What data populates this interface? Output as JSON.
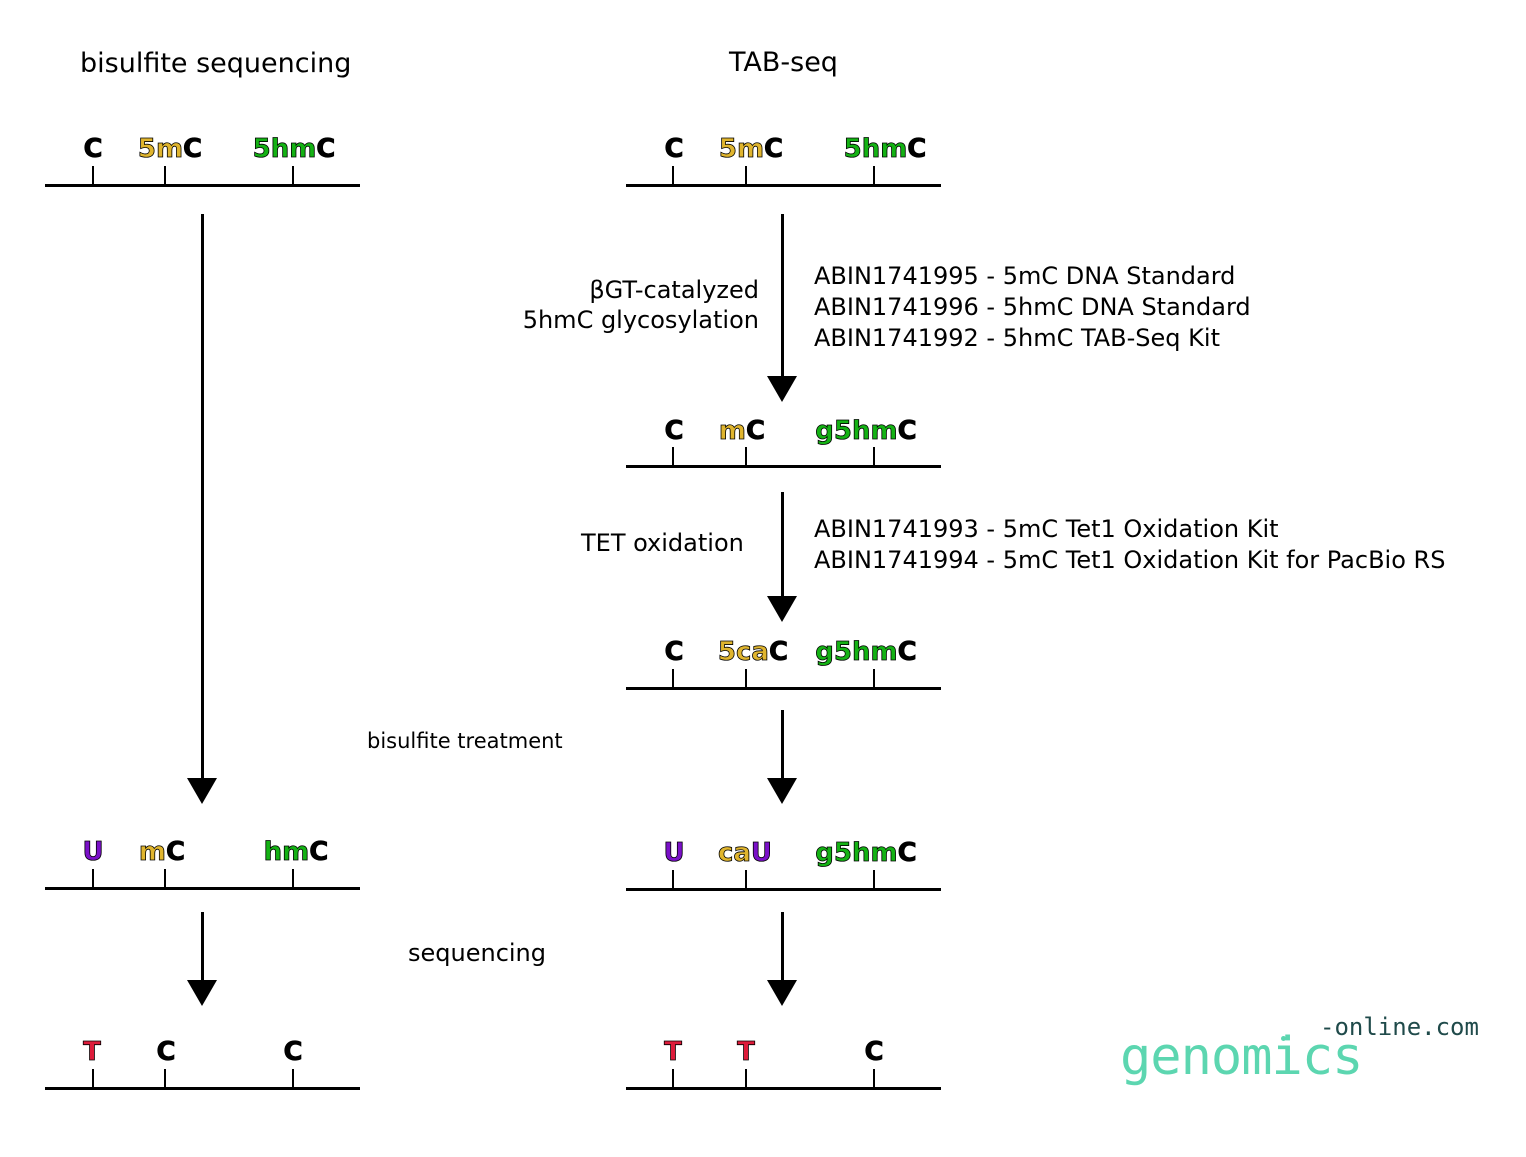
{
  "titles": {
    "left": "bisulfite sequencing",
    "right": "TAB-seq"
  },
  "steps": {
    "bgt": [
      "βGT-catalyzed",
      "5hmC glycosylation"
    ],
    "tet": "TET oxidation",
    "bisulfite": "bisulfite treatment",
    "sequencing": "sequencing"
  },
  "products": {
    "group1": [
      "ABIN1741995 - 5mC DNA Standard",
      "ABIN1741996 - 5hmC DNA Standard",
      "ABIN1741992 - 5hmC TAB-Seq Kit"
    ],
    "group2": [
      "ABIN1741993 - 5mC Tet1 Oxidation Kit",
      "ABIN1741994 - 5mC Tet1 Oxidation Kit for PacBio RS"
    ]
  },
  "strands": {
    "left_1": [
      [
        {
          "t": "C",
          "c": "black"
        }
      ],
      [
        {
          "t": "5m",
          "c": "gold"
        },
        {
          "t": "C",
          "c": "black"
        }
      ],
      [
        {
          "t": "5hm",
          "c": "green"
        },
        {
          "t": "C",
          "c": "black"
        }
      ]
    ],
    "left_2": [
      [
        {
          "t": "U",
          "c": "purple"
        }
      ],
      [
        {
          "t": "m",
          "c": "gold"
        },
        {
          "t": "C",
          "c": "black"
        }
      ],
      [
        {
          "t": "hm",
          "c": "green"
        },
        {
          "t": "C",
          "c": "black"
        }
      ]
    ],
    "left_3": [
      [
        {
          "t": "T",
          "c": "red"
        }
      ],
      [
        {
          "t": "C",
          "c": "black"
        }
      ],
      [
        {
          "t": "C",
          "c": "black"
        }
      ]
    ],
    "right_1": [
      [
        {
          "t": "C",
          "c": "black"
        }
      ],
      [
        {
          "t": "5m",
          "c": "gold"
        },
        {
          "t": "C",
          "c": "black"
        }
      ],
      [
        {
          "t": "5hm",
          "c": "green"
        },
        {
          "t": "C",
          "c": "black"
        }
      ]
    ],
    "right_2": [
      [
        {
          "t": "C",
          "c": "black"
        }
      ],
      [
        {
          "t": "m",
          "c": "gold"
        },
        {
          "t": "C",
          "c": "black"
        }
      ],
      [
        {
          "t": "g5hm",
          "c": "green"
        },
        {
          "t": "C",
          "c": "black"
        }
      ]
    ],
    "right_3": [
      [
        {
          "t": "C",
          "c": "black"
        }
      ],
      [
        {
          "t": "5ca",
          "c": "gold"
        },
        {
          "t": "C",
          "c": "black"
        }
      ],
      [
        {
          "t": "g5hm",
          "c": "green"
        },
        {
          "t": "C",
          "c": "black"
        }
      ]
    ],
    "right_4": [
      [
        {
          "t": "U",
          "c": "purple"
        }
      ],
      [
        {
          "t": "ca",
          "c": "gold"
        },
        {
          "t": "U",
          "c": "purple"
        }
      ],
      [
        {
          "t": "g5hm",
          "c": "green"
        },
        {
          "t": "C",
          "c": "black"
        }
      ]
    ],
    "right_5": [
      [
        {
          "t": "T",
          "c": "red"
        }
      ],
      [
        {
          "t": "T",
          "c": "red"
        }
      ],
      [
        {
          "t": "C",
          "c": "black"
        }
      ]
    ]
  },
  "colors": {
    "gold": "#e0b52e",
    "green": "#14b214",
    "purple": "#7a10c8",
    "red": "#dd1b3a",
    "logo": "#5cd6b0"
  },
  "logo": {
    "main": "genomics",
    "sub": "-online.com"
  }
}
